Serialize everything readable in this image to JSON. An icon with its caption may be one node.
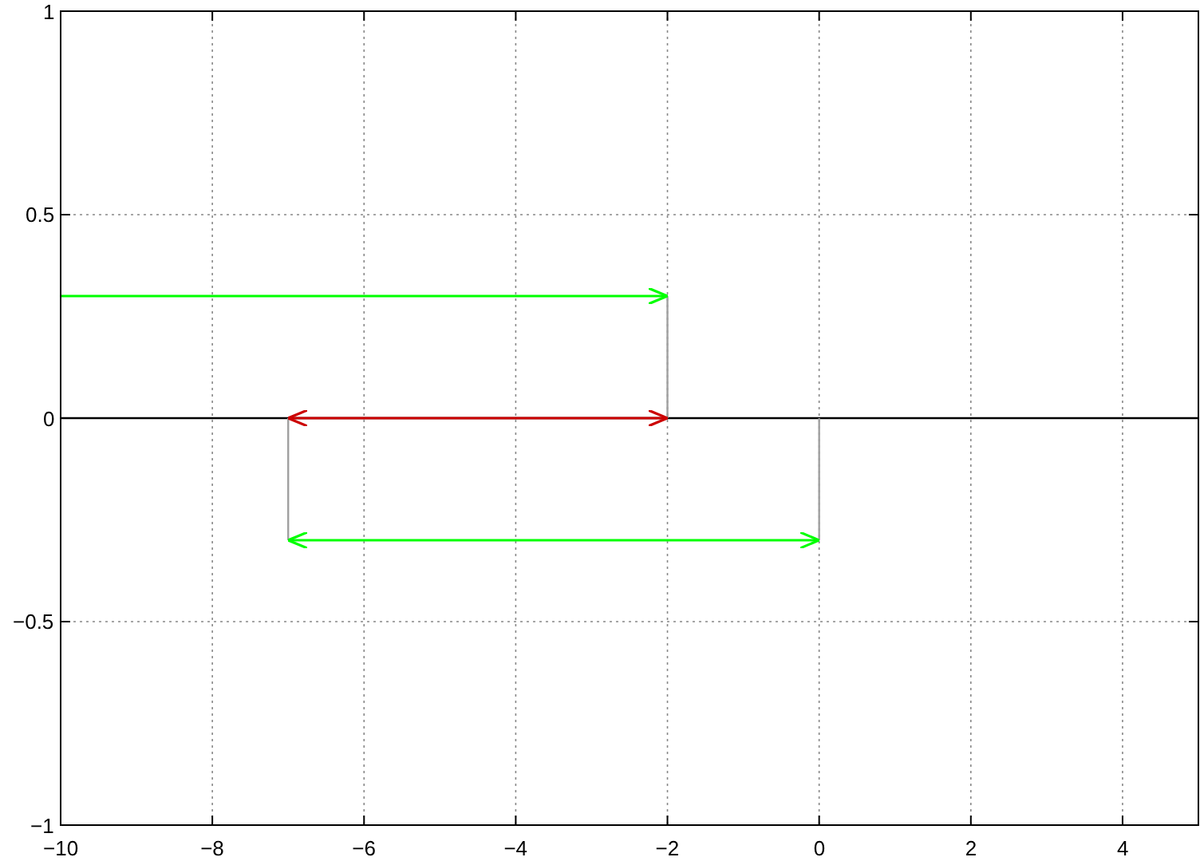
{
  "diagram": {
    "chart_data": {
      "type": "line",
      "grid": true,
      "xlim": [
        -10,
        5
      ],
      "ylim": [
        -1,
        1
      ],
      "xticks": [
        {
          "value": -10,
          "label": "−10"
        },
        {
          "value": -8,
          "label": "−8"
        },
        {
          "value": -6,
          "label": "−6"
        },
        {
          "value": -4,
          "label": "−4"
        },
        {
          "value": -2,
          "label": "−2"
        },
        0,
        2,
        4
      ],
      "yticks": [
        {
          "value": -1,
          "label": "−1"
        },
        {
          "value": -0.5,
          "label": "−0.5"
        },
        0,
        0.5,
        1
      ],
      "series": [
        {
          "color": "#000000",
          "x": [
            -10,
            5
          ],
          "values": [
            0,
            0
          ]
        },
        {
          "color": "#a0a0a0",
          "x": [
            -2,
            -2
          ],
          "values": [
            0,
            0.3
          ]
        },
        {
          "color": "#a0a0a0",
          "x": [
            -7,
            -7
          ],
          "values": [
            0,
            -0.3
          ]
        },
        {
          "color": "#a0a0a0",
          "x": [
            0,
            0
          ],
          "values": [
            0,
            -0.3
          ]
        },
        {
          "color": "#00ff00",
          "x": [
            -10,
            -2
          ],
          "values": [
            0.3,
            0.3
          ]
        },
        {
          "color": "#cc0000",
          "x": [
            -7,
            -2
          ],
          "values": [
            0,
            0
          ]
        },
        {
          "color": "#00ff00",
          "x": [
            -7,
            0
          ],
          "values": [
            -0.3,
            -0.3
          ]
        }
      ]
    }
  }
}
